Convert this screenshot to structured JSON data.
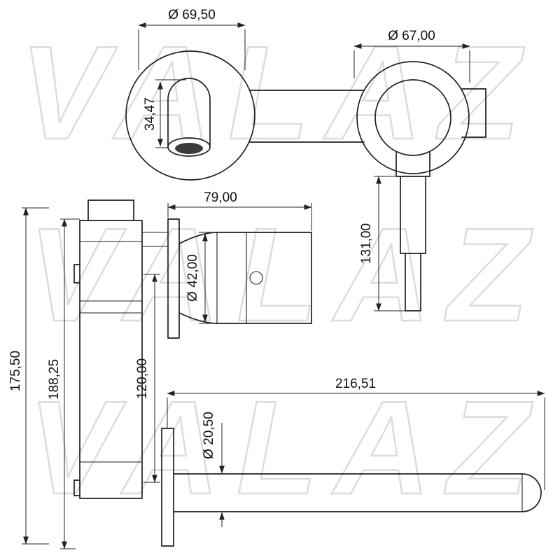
{
  "watermark": {
    "text": "VALAZ"
  },
  "colors": {
    "line": "#1f1f1f",
    "watermark": "#dcdcdc",
    "background": "#ffffff"
  },
  "views": {
    "front_mixer_plate": "front view of mixer trim plate with spout outlet",
    "handle_plate": "front view of handle trim plate with lever",
    "side_body": "side view of in-wall mixer body and trim",
    "spout_front": "front view of wall spout"
  },
  "dims": {
    "plate_front_diameter": "Ø 69,50",
    "spout_opening_offset": "34,47",
    "handle_plate_diameter": "Ø 67,00",
    "handle_length": "131,00",
    "body_projection": "79,00",
    "trim_diameter": "Ø 42,00",
    "body_height": "120,00",
    "total_height_inner": "188,25",
    "total_height_outer": "175,50",
    "spout_reach": "216,51",
    "spout_tube_diameter": "Ø 20,50"
  }
}
